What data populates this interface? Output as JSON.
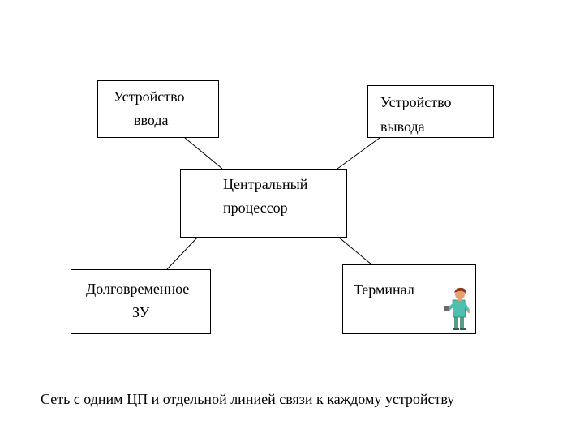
{
  "nodes": {
    "input_device": {
      "line1": "Устройство",
      "line2": "ввода"
    },
    "output_device": {
      "line1": "Устройство",
      "line2": "вывода"
    },
    "cpu": {
      "line1": "Центральный",
      "line2": "процессор"
    },
    "storage": {
      "line1": "Долговременное",
      "line2": "ЗУ"
    },
    "terminal": {
      "line1": "Терминал"
    }
  },
  "edges": [
    {
      "from": "input_device",
      "to": "cpu"
    },
    {
      "from": "output_device",
      "to": "cpu"
    },
    {
      "from": "cpu",
      "to": "storage"
    },
    {
      "from": "cpu",
      "to": "terminal"
    }
  ],
  "caption": "Сеть с одним ЦП и отдельной линией связи к каждому устройству",
  "clipart": {
    "icon": "person-clipart",
    "colors": {
      "skin": "#e8a070",
      "hair": "#8a3a1a",
      "shirt": "#4fc0b0",
      "pants": "#5a9a88"
    }
  }
}
